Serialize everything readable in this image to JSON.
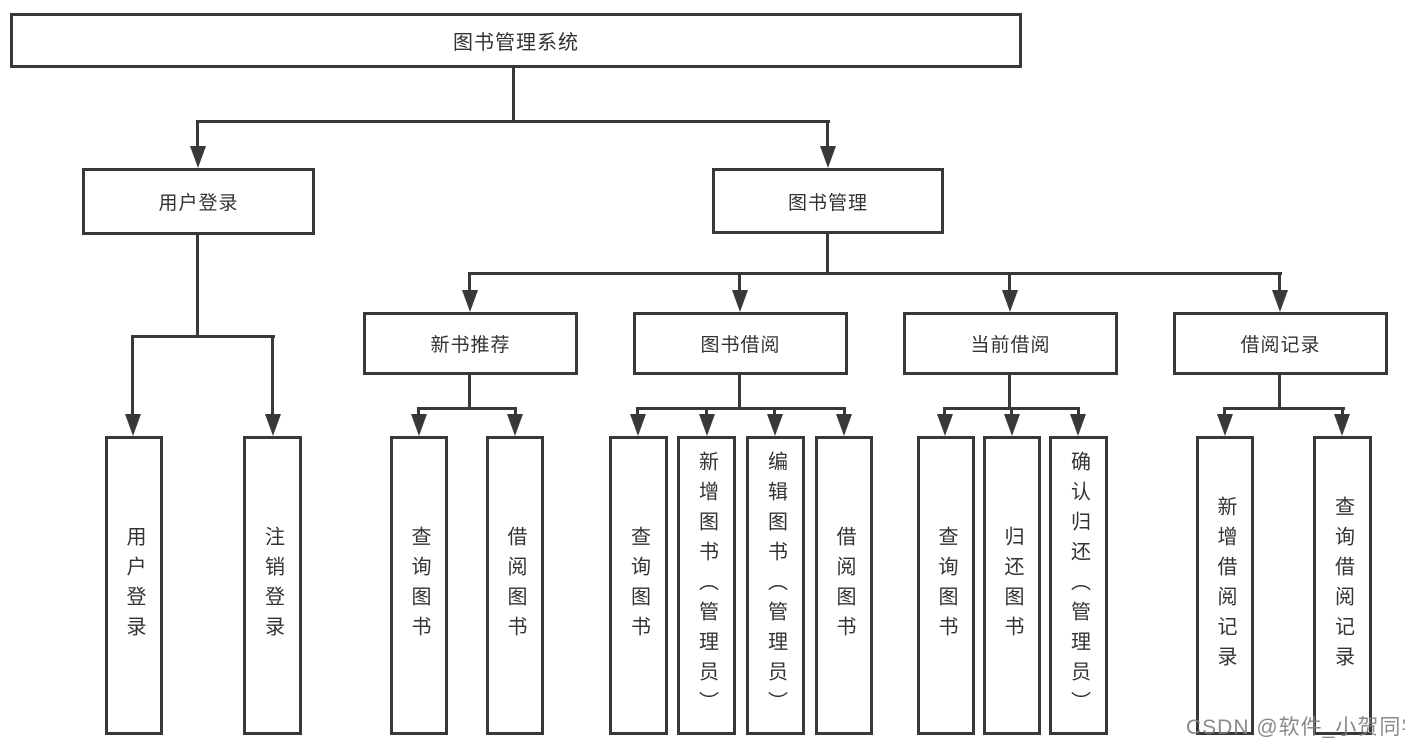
{
  "tree": {
    "label": "图书管理系统",
    "children": [
      {
        "label": "用户登录",
        "children": [
          {
            "label": "用户登录"
          },
          {
            "label": "注销登录"
          }
        ]
      },
      {
        "label": "图书管理",
        "children": [
          {
            "label": "新书推荐",
            "children": [
              {
                "label": "查询图书"
              },
              {
                "label": "借阅图书"
              }
            ]
          },
          {
            "label": "图书借阅",
            "children": [
              {
                "label": "查询图书"
              },
              {
                "label": "新增图书（管理员）"
              },
              {
                "label": "编辑图书（管理员）"
              },
              {
                "label": "借阅图书"
              }
            ]
          },
          {
            "label": "当前借阅",
            "children": [
              {
                "label": "查询图书"
              },
              {
                "label": "归还图书"
              },
              {
                "label": "确认归还（管理员）"
              }
            ]
          },
          {
            "label": "借阅记录",
            "children": [
              {
                "label": "新增借阅记录"
              },
              {
                "label": "查询借阅记录"
              }
            ]
          }
        ]
      }
    ]
  },
  "watermark": {
    "text": "CSDN @软件_小贺同学"
  },
  "colors": {
    "line": "#383838",
    "box_border": "#383838",
    "text": "#333333",
    "watermark": "#808080",
    "background": "#ffffff"
  }
}
